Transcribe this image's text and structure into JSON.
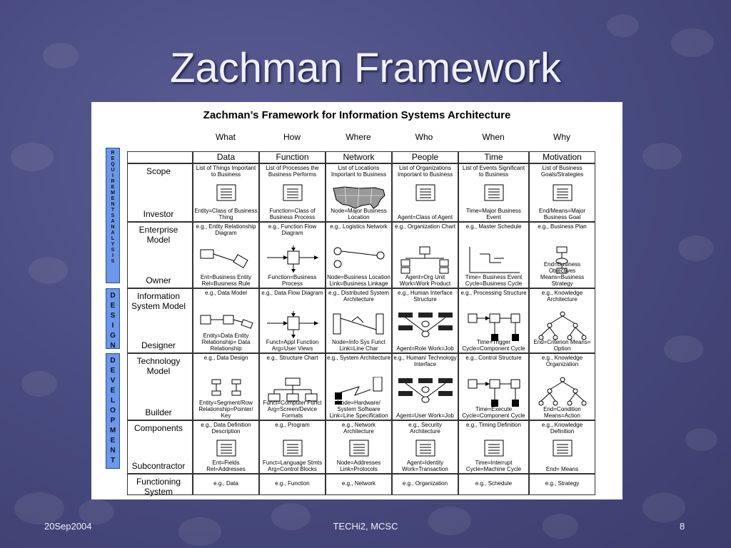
{
  "slide": {
    "title": "Zachman Framework",
    "footer_date": "20Sep2004",
    "footer_center": "TECHi2,  MCSC",
    "footer_page": "8"
  },
  "panel": {
    "title": "Zachman’s Framework for Information Systems Architecture",
    "questions": [
      "What",
      "How",
      "Where",
      "Who",
      "When",
      "Why"
    ],
    "columns": [
      "Data",
      "Function",
      "Network",
      "People",
      "Time",
      "Motivation"
    ],
    "phases": [
      {
        "label": "REQUIREMENTS  ANALYSIS"
      },
      {
        "label": "DESIGN"
      },
      {
        "label": "DEVELOPMENT"
      }
    ],
    "rows": [
      {
        "top": "Scope",
        "bottom": "Investor",
        "cells": [
          {
            "top": "List of Things Important to Business",
            "bottom": "Entity=Class of Business Thing",
            "icon": "document-icon"
          },
          {
            "top": "List of Processes the Business Performs",
            "bottom": "Function=Class of Business Process",
            "icon": "document-icon"
          },
          {
            "top": "List of Locations Important to Business",
            "bottom": "Node=Major Business Location",
            "icon": "us-map-icon"
          },
          {
            "top": "List of Organizations Important to Business",
            "bottom": "Agent=Class of Agent",
            "icon": "document-icon"
          },
          {
            "top": "List of Events Significant to Business",
            "bottom": "Time=Major Business Event",
            "icon": "document-icon"
          },
          {
            "top": "List of Business Goals/Strategies",
            "bottom": "End/Means=Major Business Goal",
            "icon": "document-icon"
          }
        ]
      },
      {
        "top": "Enterprise Model",
        "bottom": "Owner",
        "cells": [
          {
            "top": "e.g., Entity Relationship Diagram",
            "bottom": "Ent=Business Entity Rel=Business Rule",
            "icon": "er-diagram-icon"
          },
          {
            "top": "e.g., Function Flow Diagram",
            "bottom": "Function=Business Process",
            "icon": "flow-icon"
          },
          {
            "top": "e.g., Logistics Network",
            "bottom": "Node=Business Location Link=Business Linkage",
            "icon": "network-icon"
          },
          {
            "top": "e.g., Organization Chart",
            "bottom": "Agent=Org Unit Work=Work Product",
            "icon": "org-chart-icon"
          },
          {
            "top": "e.g., Master Schedule",
            "bottom": "Time= Business Event Cycle=Business Cycle",
            "icon": "schedule-icon"
          },
          {
            "top": "e.g., Business Plan",
            "bottom": "End=Business Objectives Means=Business Strategy",
            "icon": "plan-icon"
          }
        ]
      },
      {
        "top": "Information System Model",
        "bottom": "Designer",
        "cells": [
          {
            "top": "e.g., Data Model",
            "bottom": "Entity=Data Entity Relationship= Data Relationship",
            "icon": "data-model-icon"
          },
          {
            "top": "e.g., Data Flow Diagram",
            "bottom": "Funct=Appl Function Arg=User Views",
            "icon": "flow-icon"
          },
          {
            "top": "e.g., Distributed System Architecture",
            "bottom": "Node=Info Sys Funct Link=Line Char",
            "icon": "distributed-icon"
          },
          {
            "top": "e.g., Human Interface Structure",
            "bottom": "Agent=Role Work=Job",
            "icon": "interface-icon"
          },
          {
            "top": "e.g., Processing Structure",
            "bottom": "Time=Trigger Cycle=Component Cycle",
            "icon": "processing-icon"
          },
          {
            "top": "e.g., Knowledge Architecture",
            "bottom": "End=Criterion Means= Option",
            "icon": "tree-icon"
          }
        ]
      },
      {
        "top": "Technology Model",
        "bottom": "Builder",
        "cells": [
          {
            "top": "e.g., Data Design",
            "bottom": "Entity=Segment/Row Relationship=Pointer/ Key",
            "icon": "data-design-icon"
          },
          {
            "top": "e.g., Structure Chart",
            "bottom": "Funct=Computer Funct Arg=Screen/Device Formats",
            "icon": "structure-chart-icon"
          },
          {
            "top": "e.g., System Architecture",
            "bottom": "Node=Hardware/ System Software Link=Line Specification",
            "icon": "system-arch-icon"
          },
          {
            "top": "e.g., Human/ Technology Interface",
            "bottom": "Agent=User Work=Job",
            "icon": "interface-icon"
          },
          {
            "top": "e.g., Control Structure",
            "bottom": "Time=Execute Cycle=Component Cycle",
            "icon": "processing-icon"
          },
          {
            "top": "e.g., Knowledge Organization",
            "bottom": "End=Condition Means=Action",
            "icon": "tree-icon"
          }
        ]
      },
      {
        "top": "Components",
        "bottom": "Subcontractor",
        "cells": [
          {
            "top": "e.g., Data Definition Description",
            "bottom": "Ent=Fields Rel=Addresses",
            "icon": "document-icon"
          },
          {
            "top": "e.g., Program",
            "bottom": "Funct=Language Stmts Arg=Control Blocks",
            "icon": "document-icon"
          },
          {
            "top": "e.g., Network Architecture",
            "bottom": "Node=Addresses Link=Protocols",
            "icon": "document-icon"
          },
          {
            "top": "e.g., Security Architecture",
            "bottom": "Agent=Identity Work=Transaction",
            "icon": "document-icon"
          },
          {
            "top": "e.g., Timing Definition",
            "bottom": "Time=Interrupt Cycle=Machine Cycle",
            "icon": "document-icon"
          },
          {
            "top": "e.g., Knowledge Definition",
            "bottom": "End= Means",
            "icon": "document-icon"
          }
        ]
      },
      {
        "top": "Functioning System",
        "bottom": "",
        "cells": [
          {
            "middle": "e.g., Data"
          },
          {
            "middle": "e.g., Function"
          },
          {
            "middle": "e.g., Network"
          },
          {
            "middle": "e.g., Organization"
          },
          {
            "middle": "e.g., Schedule"
          },
          {
            "middle": "e.g., Strategy"
          }
        ]
      }
    ]
  }
}
